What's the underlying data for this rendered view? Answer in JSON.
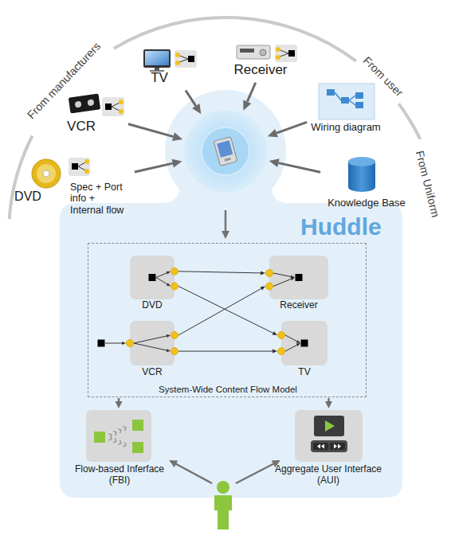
{
  "diagram": {
    "nodes": [
      {
        "text": [
          "TV"
        ]
      },
      {
        "text": [
          "Receiver"
        ]
      },
      {
        "text": [
          "VCR"
        ]
      },
      {
        "text": [
          "Wiring diagram"
        ]
      },
      {
        "text": [
          "DVD",
          "Spec + Port info + Internal flow"
        ]
      },
      {
        "text": [
          "Knowledge Base"
        ]
      },
      {
        "text": [
          "Huddle"
        ]
      },
      {
        "text": [
          "System-Wide Content Flow Model"
        ],
        "in": 6
      },
      {
        "text": [
          "DVD"
        ],
        "in": 7
      },
      {
        "text": [
          "Receiver"
        ],
        "in": 7
      },
      {
        "text": [
          "VCR"
        ],
        "in": 7
      },
      {
        "text": [
          "TV"
        ],
        "in": 7
      },
      {
        "text": [
          "Flow-based Inferface (FBI)"
        ],
        "in": 6
      },
      {
        "text": [
          "Aggregate User Interface (AUI)"
        ],
        "in": 6
      }
    ],
    "edges": [
      {
        "from": 0,
        "to": 6,
        "arrow": "to"
      },
      {
        "from": 1,
        "to": 6,
        "arrow": "to"
      },
      {
        "from": 2,
        "to": 6,
        "arrow": "to"
      },
      {
        "from": 3,
        "to": 6,
        "arrow": "to"
      },
      {
        "from": 4,
        "to": 6,
        "arrow": "to"
      },
      {
        "from": 5,
        "to": 6,
        "arrow": "to"
      },
      {
        "from": 8,
        "to": 9,
        "arrow": "to"
      },
      {
        "from": 8,
        "to": 11,
        "arrow": "to"
      },
      {
        "from": 10,
        "to": 9,
        "arrow": "to"
      },
      {
        "from": 10,
        "to": 11,
        "arrow": "to"
      },
      {
        "from": 7,
        "to": 12,
        "arrow": "to"
      },
      {
        "from": 7,
        "to": 13,
        "arrow": "to"
      }
    ],
    "labels": [
      "From manufacturers",
      "From user",
      "From Uniform"
    ]
  }
}
